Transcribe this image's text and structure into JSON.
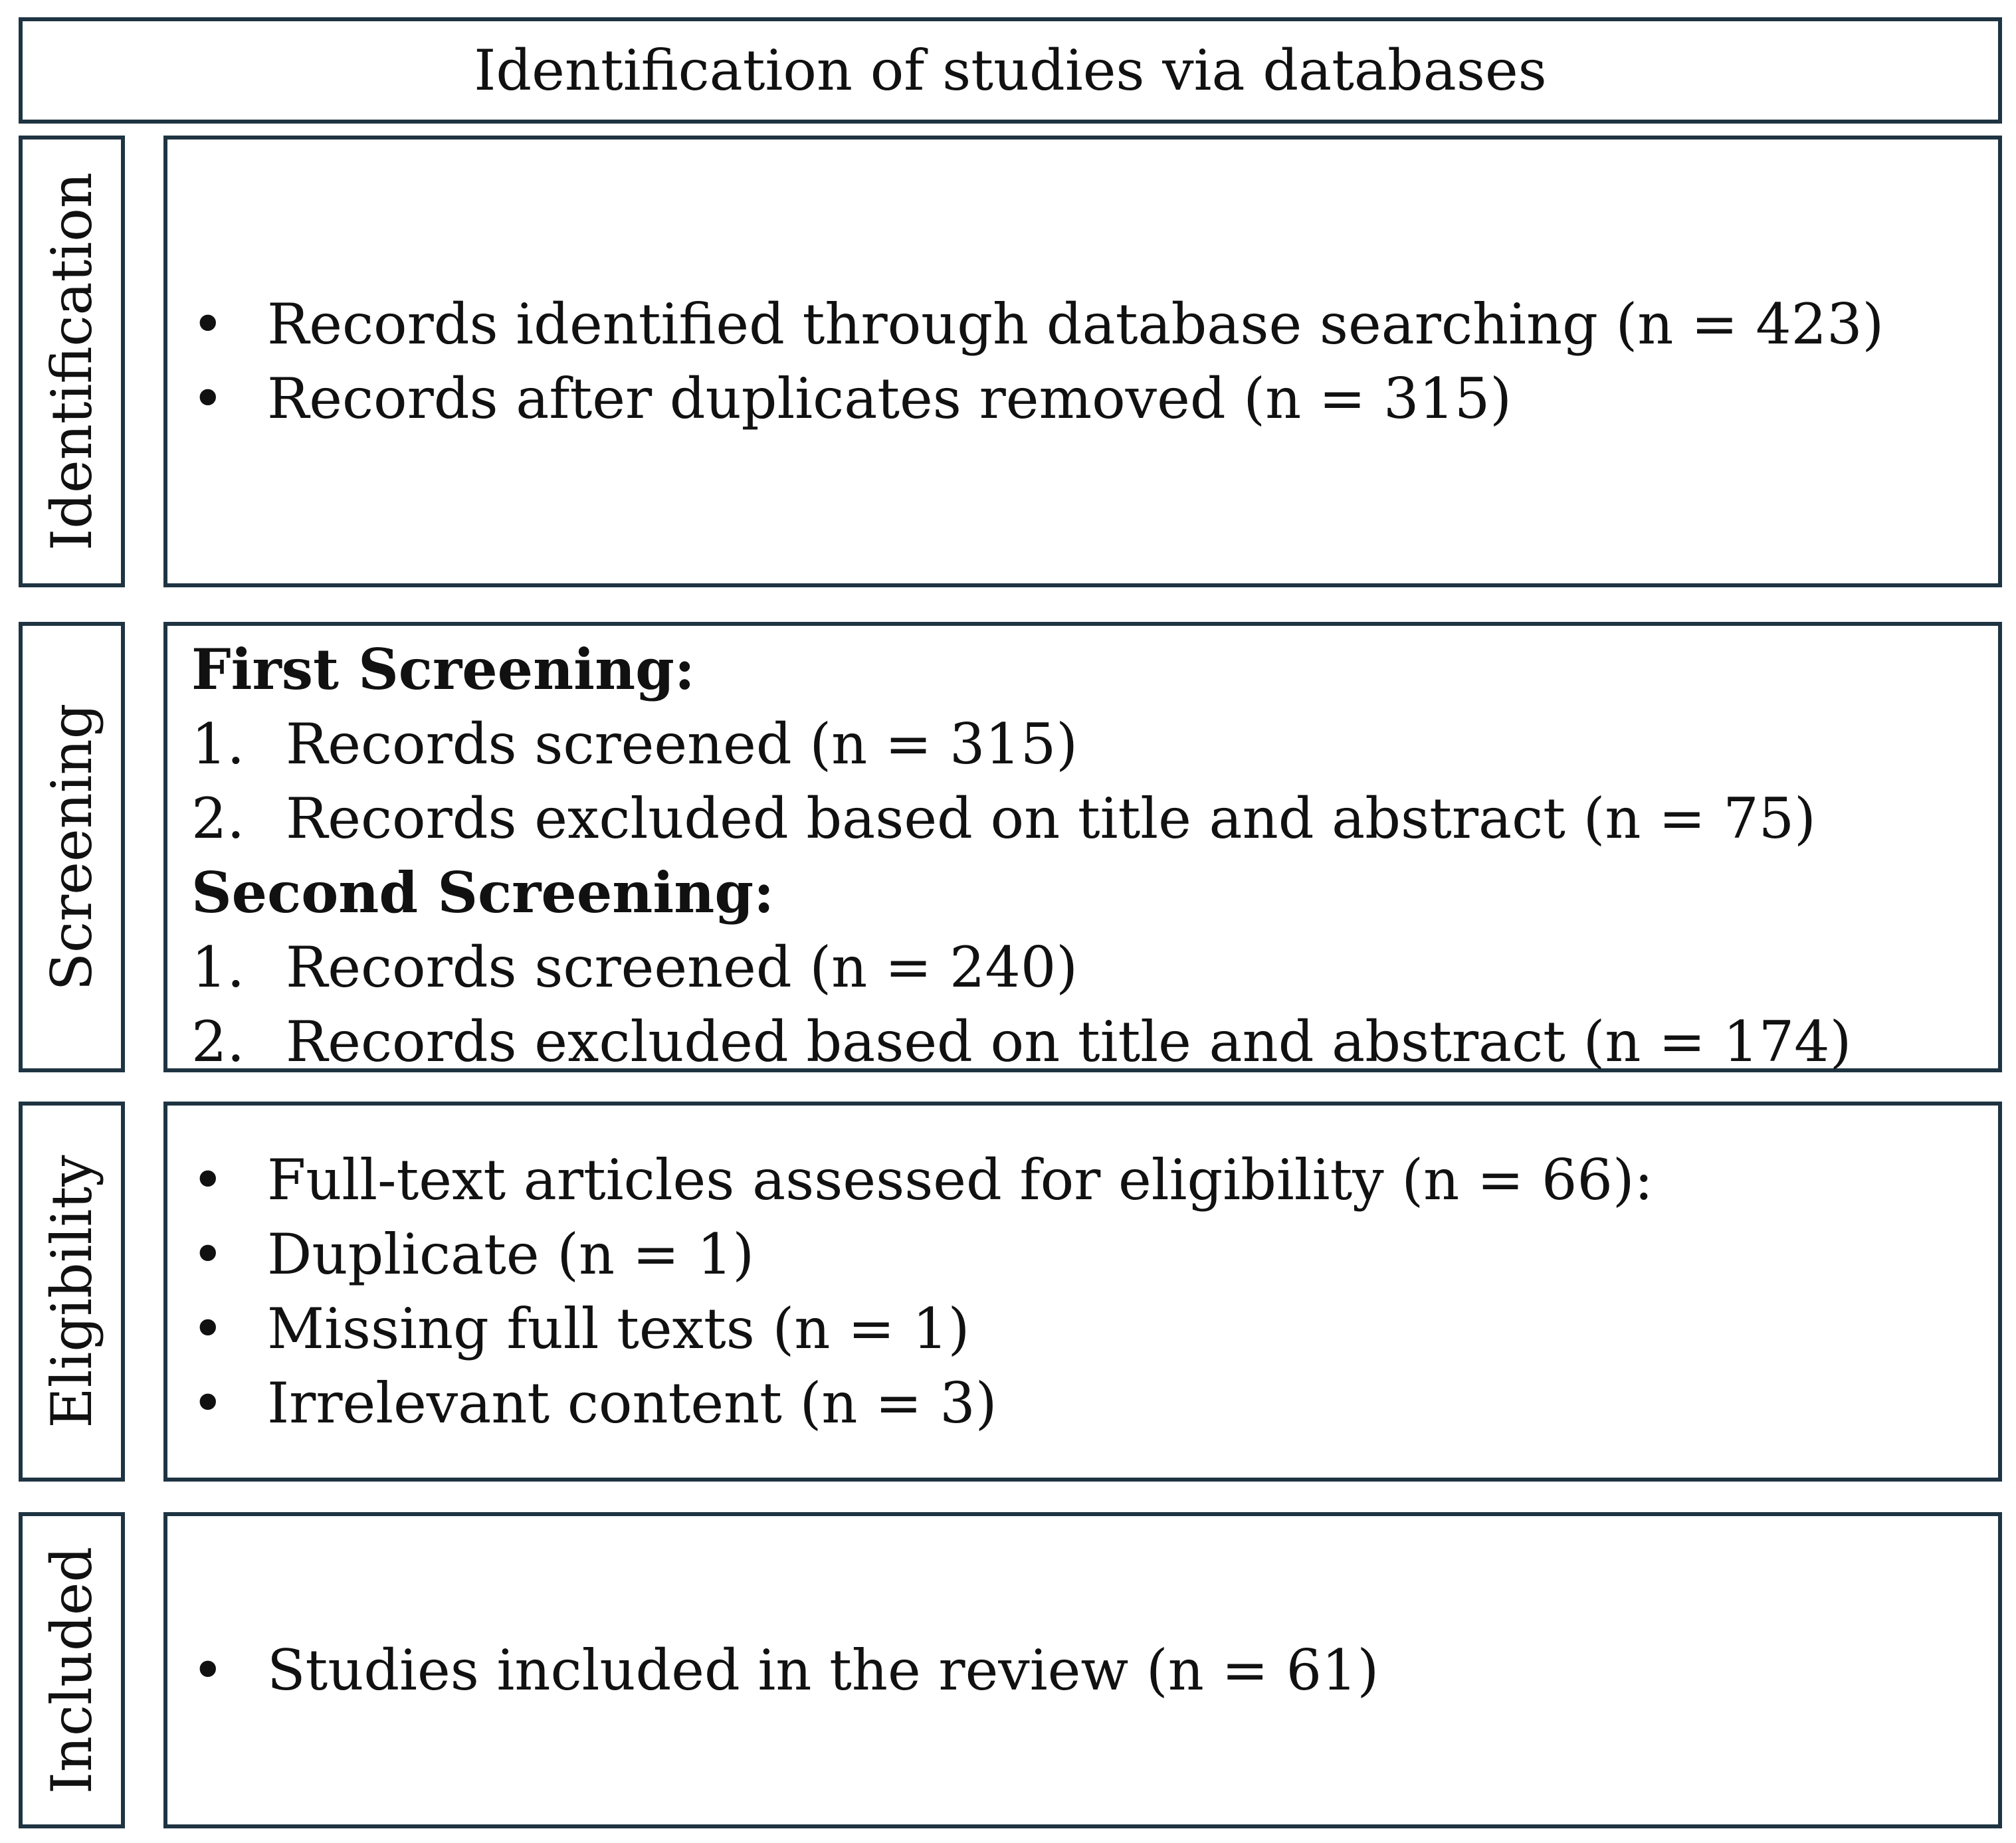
{
  "header": {
    "title": "Identification of studies via databases"
  },
  "stages": {
    "identification": {
      "label": "Identification",
      "items": [
        "Records identified through database searching (n = 423)",
        "Records after duplicates removed (n = 315)"
      ]
    },
    "screening": {
      "label": "Screening",
      "first": {
        "heading": "First Screening:",
        "items": [
          {
            "num": "1.",
            "text": "Records screened (n = 315)"
          },
          {
            "num": "2.",
            "text": "Records excluded based on title and abstract (n = 75)"
          }
        ]
      },
      "second": {
        "heading": "Second Screening:",
        "items": [
          {
            "num": "1.",
            "text": "Records screened (n = 240)"
          },
          {
            "num": "2.",
            "text": "Records excluded based on title and abstract (n = 174)"
          }
        ]
      }
    },
    "eligibility": {
      "label": "Eligibility",
      "items": [
        "Full-text articles assessed for eligibility (n = 66):",
        "Duplicate (n = 1)",
        "Missing full texts (n = 1)",
        "Irrelevant content (n = 3)"
      ]
    },
    "included": {
      "label": "Included",
      "items": [
        "Studies included in the review (n = 61)"
      ]
    }
  },
  "bullet_char": "•",
  "colors": {
    "border": "#1f3442",
    "text": "#111111",
    "background": "#ffffff"
  }
}
